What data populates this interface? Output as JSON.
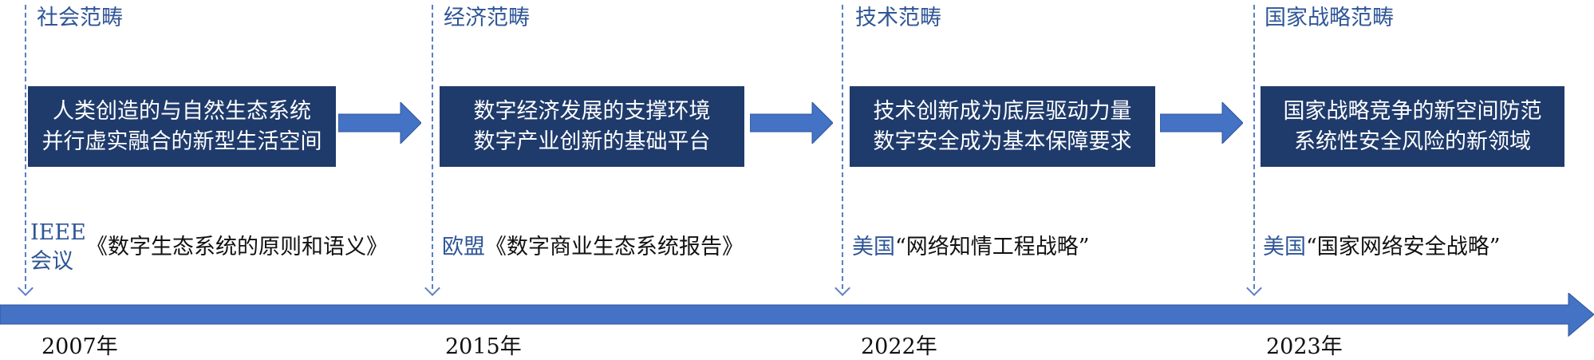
{
  "eras": [
    {
      "name": "社会范畴",
      "box_line1": "人类创造的与自然生态系统",
      "box_line2": "并行虚实融合的新型生活空间",
      "doc_actor": "IEEE",
      "doc_actor_line2": "会议",
      "doc_title": "《数字生态系统的原则和语义》",
      "year": "2007年"
    },
    {
      "name": "经济范畴",
      "box_line1": "数字经济发展的支撑环境",
      "box_line2": "数字产业创新的基础平台",
      "doc_actor": "欧盟",
      "doc_title": "《数字商业生态系统报告》",
      "year": "2015年"
    },
    {
      "name": "技术范畴",
      "box_line1": "技术创新成为底层驱动力量",
      "box_line2": "数字安全成为基本保障要求",
      "doc_actor": "美国",
      "doc_title": "“网络知情工程战略”",
      "year": "2022年"
    },
    {
      "name": "国家战略范畴",
      "box_line1": "国家战略竞争的新空间防范",
      "box_line2": "系统性安全风险的新领域",
      "doc_actor": "美国",
      "doc_title": "“国家网络安全战略”",
      "year": "2023年"
    }
  ],
  "colors": {
    "box_fill": "#1f3b6b",
    "arrow_fill": "#4472c4",
    "label_blue": "#2f5597",
    "dash": "#5b7fc4"
  }
}
